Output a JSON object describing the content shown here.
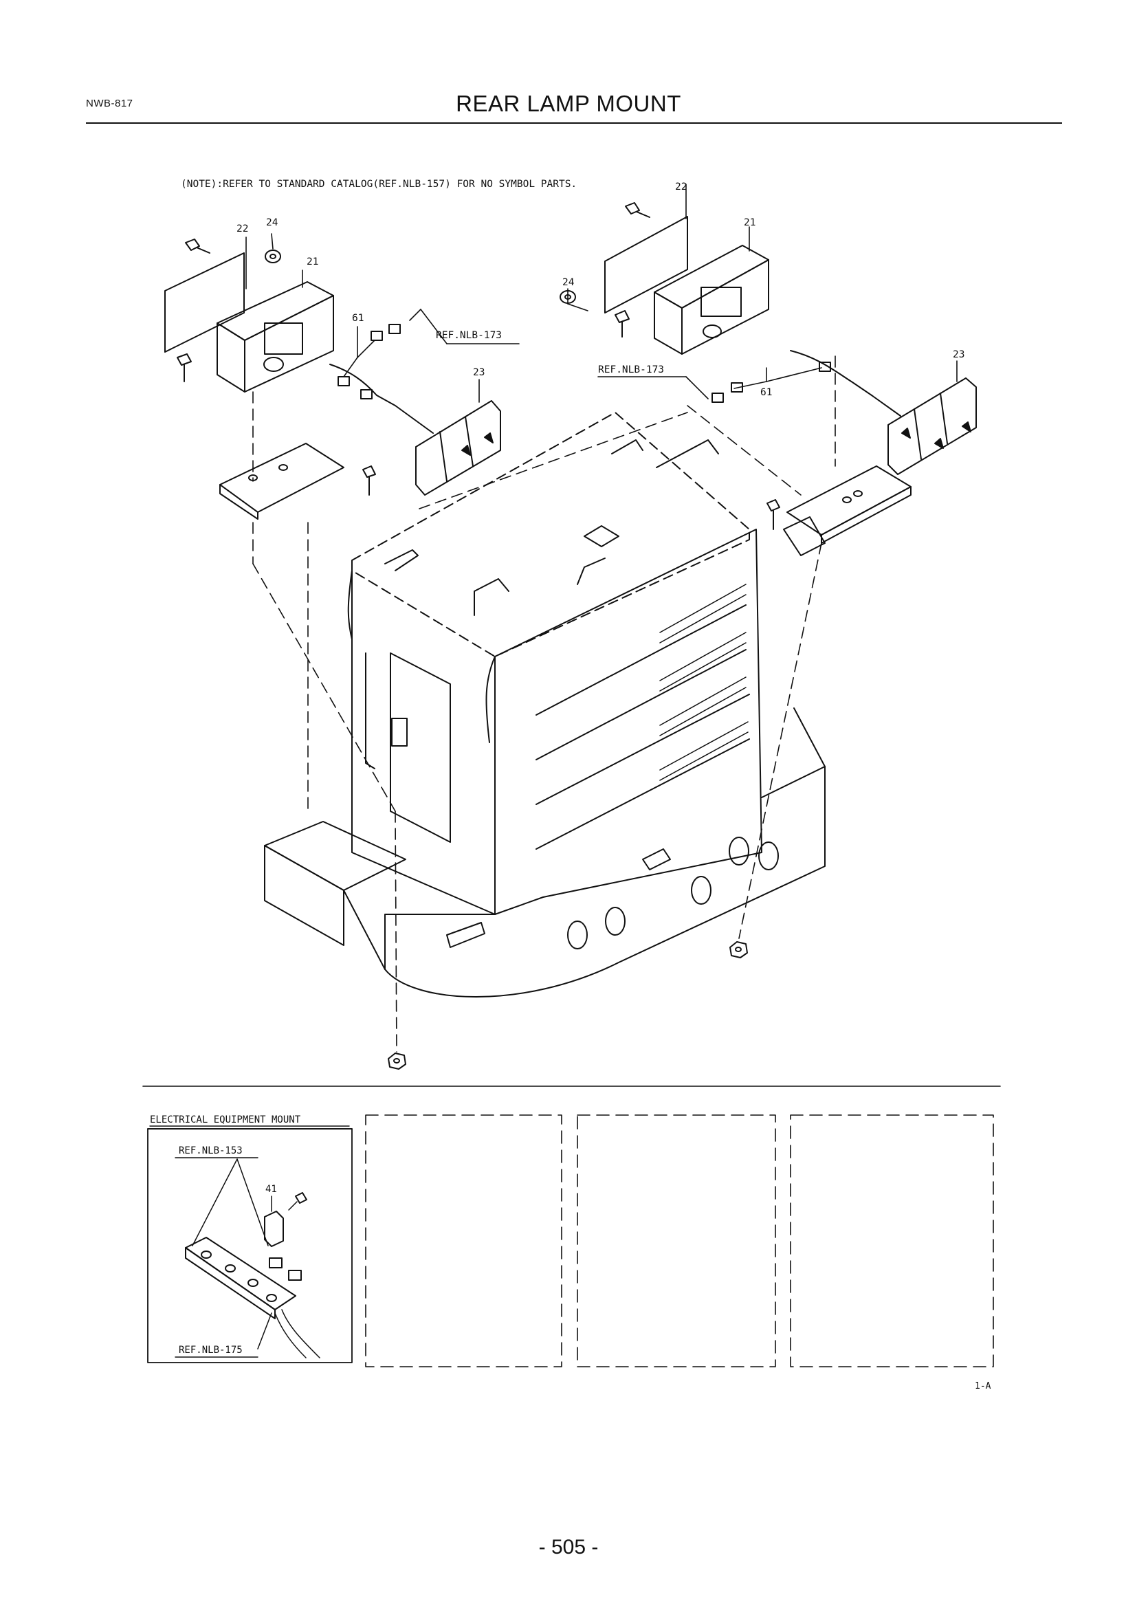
{
  "header": {
    "doc_code": "NWB-817",
    "title": "REAR LAMP MOUNT"
  },
  "note": "(NOTE):REFER TO STANDARD CATALOG(REF.NLB-157) FOR NO SYMBOL PARTS.",
  "callouts": {
    "left_22": "22",
    "left_24": "24",
    "left_21": "21",
    "left_61": "61",
    "left_ref": "REF.NLB-173",
    "left_23": "23",
    "right_22": "22",
    "right_21": "21",
    "right_24": "24",
    "right_ref": "REF.NLB-173",
    "right_61": "61",
    "right_23": "23"
  },
  "inset": {
    "title": "ELECTRICAL EQUIPMENT MOUNT",
    "ref_top": "REF.NLB-153",
    "callout_41": "41",
    "ref_bottom": "REF.NLB-175"
  },
  "figure_id": "1-A",
  "page_number": "- 505 -"
}
